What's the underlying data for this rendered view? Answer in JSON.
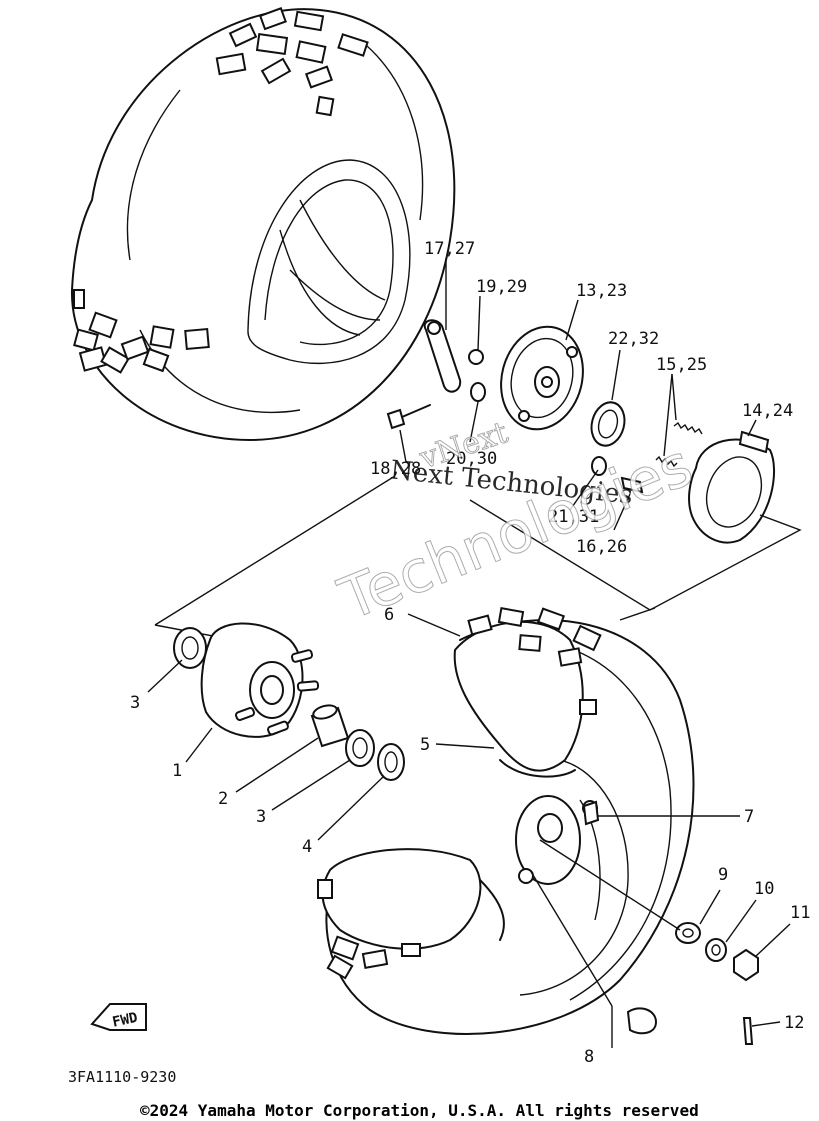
{
  "diagram": {
    "code": "3FA1110-9230",
    "fwd_label": "FWD",
    "callouts": {
      "c1": "1",
      "c2": "2",
      "c3a": "3",
      "c3b": "3",
      "c4": "4",
      "c5": "5",
      "c6": "6",
      "c7": "7",
      "c8": "8",
      "c9": "9",
      "c10": "10",
      "c11": "11",
      "c12": "12",
      "c13": "13,23",
      "c14": "14,24",
      "c15": "15,25",
      "c16": "16,26",
      "c17": "17,27",
      "c18": "18,28",
      "c19": "19,29",
      "c20": "20,30",
      "c21": "21,31",
      "c22": "22,32"
    }
  },
  "watermark": {
    "line1": "vNext",
    "line2": "Next Technologies",
    "line3": "Technologies"
  },
  "footer": {
    "copyright": "©2024 Yamaha Motor Corporation, U.S.A. All rights reserved"
  }
}
